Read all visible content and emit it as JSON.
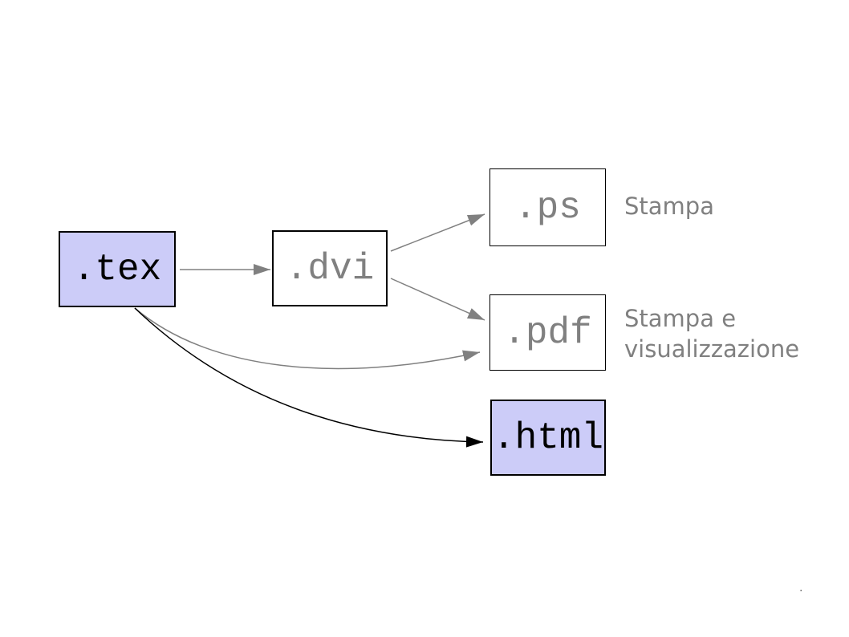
{
  "slide": {
    "background": "#ffffff",
    "nodes": [
      {
        "id": "tex",
        "label": ".tex",
        "emphasis": true
      },
      {
        "id": "dvi",
        "label": ".dvi",
        "emphasis": false
      },
      {
        "id": "ps",
        "label": ".ps",
        "emphasis": false
      },
      {
        "id": "pdf",
        "label": ".pdf",
        "emphasis": false
      },
      {
        "id": "html",
        "label": ".html",
        "emphasis": true
      }
    ],
    "annotations": {
      "ps_note": "Stampa",
      "pdf_note_line1": "Stampa e",
      "pdf_note_line2": "visualizzazione",
      "corner_mark": "."
    },
    "edges": [
      {
        "name": "tex-to-dvi",
        "from": ".tex",
        "to": ".dvi",
        "style": "straight",
        "color": "#808080"
      },
      {
        "name": "dvi-to-ps",
        "from": ".dvi",
        "to": ".ps",
        "style": "straight",
        "color": "#808080"
      },
      {
        "name": "dvi-to-pdf",
        "from": ".dvi",
        "to": ".pdf",
        "style": "straight",
        "color": "#808080"
      },
      {
        "name": "tex-to-pdf",
        "from": ".tex",
        "to": ".pdf",
        "style": "curved",
        "color": "#808080"
      },
      {
        "name": "tex-to-html",
        "from": ".tex",
        "to": ".html",
        "style": "curved",
        "color": "#000000"
      }
    ],
    "colors": {
      "node_highlight_fill": "#ccccf8",
      "node_plain_fill": "#ffffff",
      "node_border": "#000000",
      "muted_text": "#808080",
      "emphasis_text": "#000000",
      "arrow_muted": "#808080",
      "arrow_emphasis": "#000000"
    }
  }
}
